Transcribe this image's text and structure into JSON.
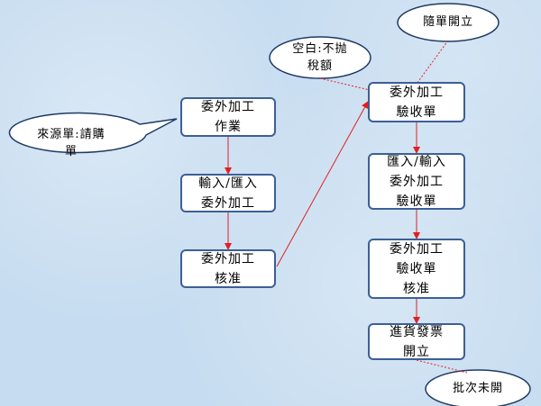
{
  "nodes": {
    "n1": {
      "lines": [
        "委外加工",
        "作業"
      ]
    },
    "n2": {
      "lines": [
        "輸入/匯入",
        "委外加工"
      ]
    },
    "n3": {
      "lines": [
        "委外加工",
        "核准"
      ]
    },
    "n4": {
      "lines": [
        "委外加工",
        "驗收單"
      ]
    },
    "n5": {
      "lines": [
        "匯入/輸入",
        "委外加工",
        "驗收單"
      ]
    },
    "n6": {
      "lines": [
        "委外加工",
        "驗收單",
        "核准"
      ]
    },
    "n7": {
      "lines": [
        "進貨發票",
        "開立"
      ]
    }
  },
  "callouts": {
    "source": {
      "lines": [
        "來源單:請購",
        "單"
      ]
    },
    "blank_tax": {
      "lines": [
        "空白:不抛",
        "稅額"
      ]
    },
    "issue": {
      "lines": [
        "隨單開立"
      ]
    },
    "batch": {
      "lines": [
        "批次未開"
      ]
    }
  },
  "colors": {
    "box_border": "#3c5f96",
    "arrow": "#e02020",
    "background": "#c6dcf0"
  }
}
